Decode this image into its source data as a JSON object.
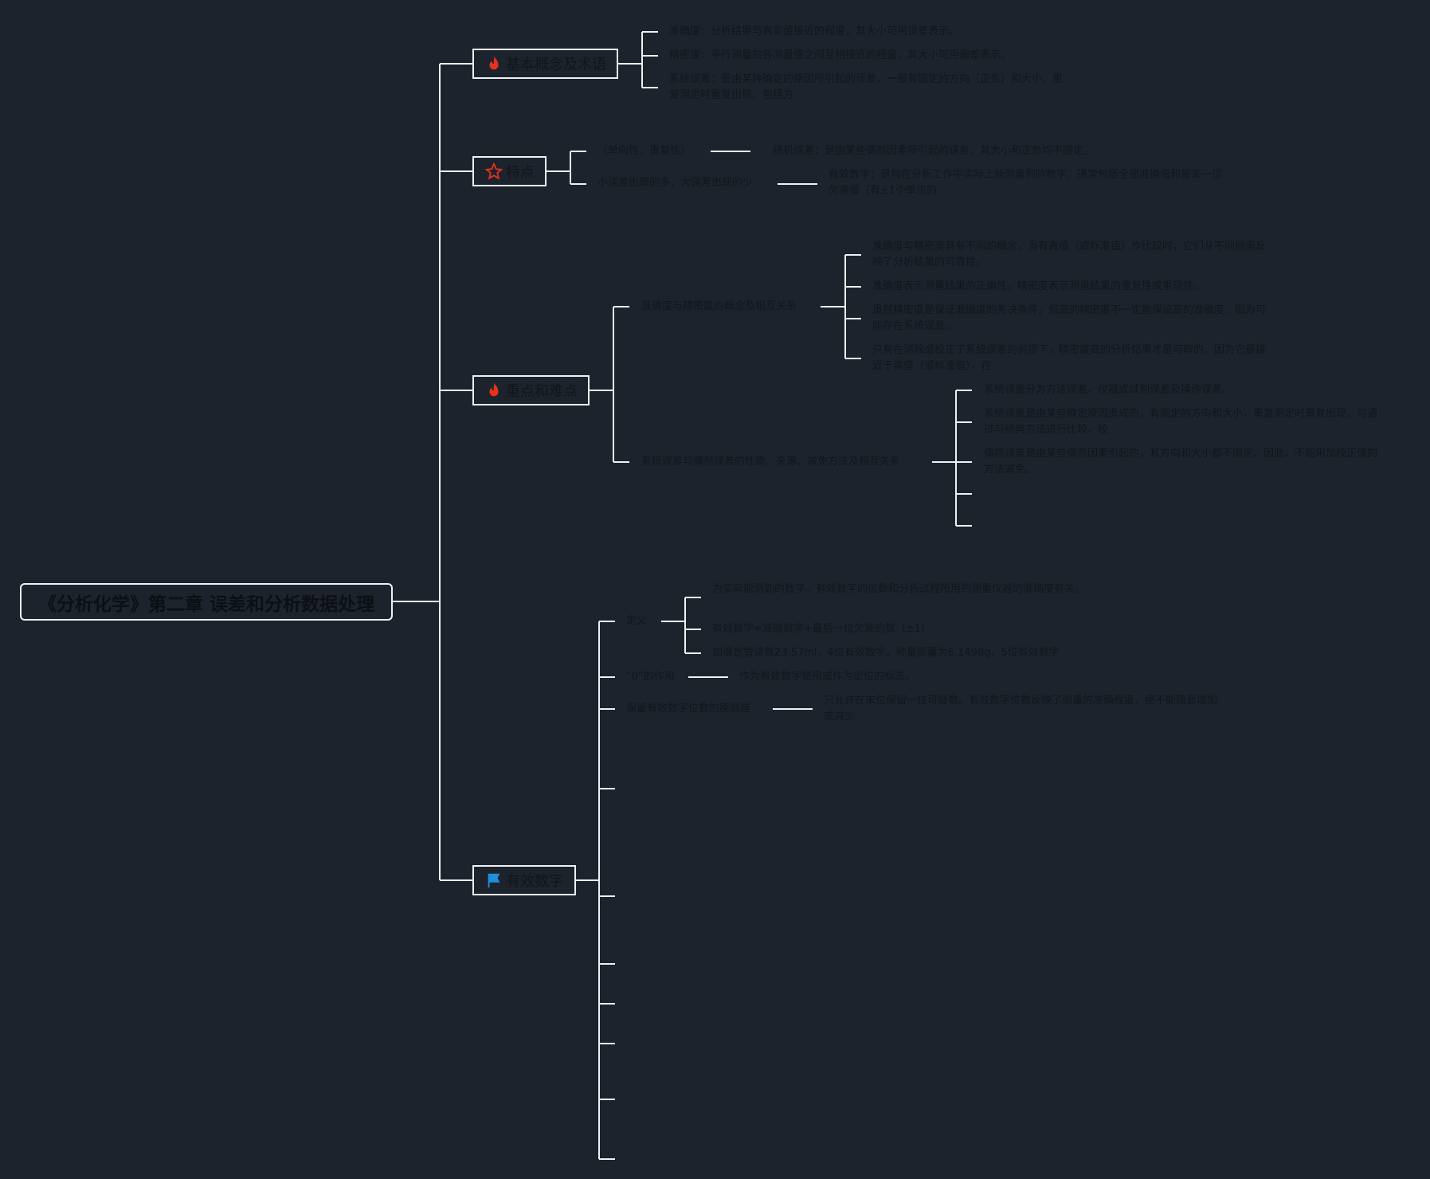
{
  "root": {
    "title": "《分析化学》第二章 误差和分析数据处理"
  },
  "colors": {
    "background": "#1d232c",
    "connector": "#eef1f4",
    "text": "#11161d",
    "flame": "#e5321b",
    "flag": "#1e8fdc",
    "star": "#e5321b"
  },
  "branches": [
    {
      "label": "基本概念及术语",
      "icon": "flame-icon",
      "children": [
        "准确度：分析结果与真实值接近的程度，其大小可用误差表示。",
        "精密度：平行测量的各测量值之间互相接近的程度，其大小可用偏差表示。",
        "系统误差：是由某种确定的原因所引起的误差，一般有固定的方向（正负）和大小，重复测定时重复出现。包括方"
      ]
    },
    {
      "label": "特点",
      "icon": "star-icon",
      "children": [
        {
          "label": "（单向性，重复性）",
          "detail": "随机误差：是由某些偶然因素所引起的误差，其大小和正负均不固定。"
        },
        {
          "label": "小误差出现的多，大误差出现的少",
          "detail": "有效数字：是指在分析工作中实际上能测量到的数字。通常包括全部准确值和最末一位欠准值（有±1个单位的"
        }
      ]
    },
    {
      "label": "重点和难点",
      "icon": "flame-icon",
      "children": [
        {
          "label": "准确度与精密度的概念及相互关系",
          "items": [
            "准确度与精密度具有不同的概念，当有真值（或标准值）作比较时，它们从不同侧面反映了分析结果的可靠性。",
            "准确度表示测量结果的正确性，精密度表示测量结果的重复性或重现性。",
            "虽然精密度是保证准确度的先决条件，但高的精密度不一定能保证高的准确度，因为可能存在系统误差。",
            "只有在消除或校正了系统误差的前提下，精密度高的分析结果才是可取的，因为它最接近于真值（或标准值），在"
          ]
        },
        {
          "label": "系统误差与偶然误差的性质、来源、减免方法及相互关系",
          "items": [
            "系统误差分为方法误差、仪器或试剂误差及操作误差。",
            "系统误差是由某些确定原因造成的，有固定的方向和大小，重复测定时重复出现，可通过与经典方法进行比较、校",
            "偶然误差是由某些偶然因素引起的，其方向和大小都不固定，因此，不能用加校正值的方法减免。",
            "",
            ""
          ]
        }
      ]
    },
    {
      "label": "有效数字",
      "icon": "flag-icon",
      "children": [
        {
          "label": "定义",
          "items": [
            "为实际能测到的数字。有效数字的位数和分析过程所用的测量仪器的准确度有关。",
            "有效数字=准确数字+最后一位欠准的数（±1）",
            "如滴定管读数23.57ml，4位有效数字。称量质量为6.1498g，5位有效数字"
          ]
        },
        {
          "label": "“0”的作用",
          "detail": "作为有效数字使用或作为定位的标志。"
        },
        {
          "label": "保留有效数字位数的原则是",
          "detail": "只允许在末位保留一位可疑数。有效数字位数反映了测量的准确程度，绝不能随意增加或减少"
        },
        {
          "label": ""
        },
        {
          "label": ""
        },
        {
          "label": ""
        },
        {
          "label": ""
        },
        {
          "label": ""
        },
        {
          "label": ""
        }
      ]
    }
  ]
}
